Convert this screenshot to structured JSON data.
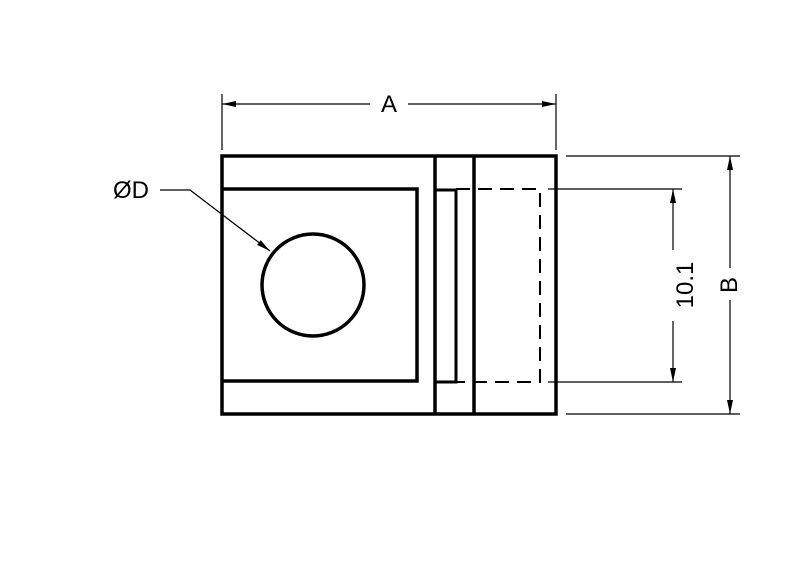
{
  "drawing": {
    "dimension_a": "A",
    "dimension_b": "B",
    "dimension_d": "ØD",
    "dimension_slot": "10.1"
  },
  "colors": {
    "line": "#000000",
    "background": "#ffffff"
  }
}
